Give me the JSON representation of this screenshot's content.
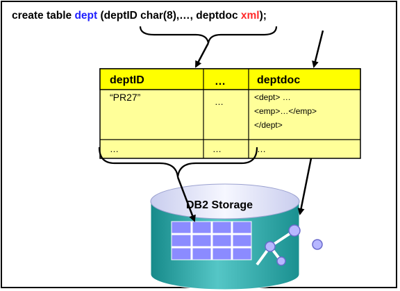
{
  "statement": {
    "prefix": "create table ",
    "table_name": "dept",
    "middle": " (deptID char(8),…, deptdoc ",
    "type_keyword": "xml",
    "suffix": ");"
  },
  "table": {
    "headers": [
      "deptID",
      "…",
      "deptdoc"
    ],
    "row1": {
      "deptid": "“PR27”",
      "dots": "…",
      "deptdoc_lines": [
        "<dept> …",
        "<emp>…</emp>",
        "</dept>"
      ]
    },
    "row2": [
      "…",
      "…",
      "…"
    ]
  },
  "storage": {
    "label": "DB2 Storage"
  },
  "icons": [
    "relational-grid-icon",
    "xml-tree-icon"
  ],
  "colors": {
    "table_header": "#ffff00",
    "table_body": "#ffff99",
    "cylinder_body": "#33b0b0",
    "cylinder_top": "#e8ecff",
    "grid_cell": "#8b8bff",
    "tree_node": "#b7b7ff",
    "accent_blue": "#1f1fff",
    "accent_red": "#ff2a2a"
  }
}
